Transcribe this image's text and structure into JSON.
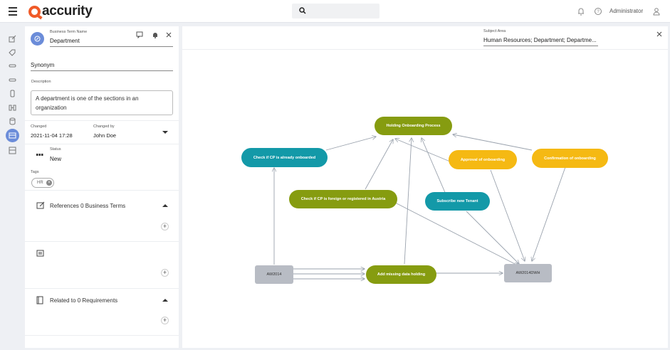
{
  "header": {
    "logo_text": "accurity",
    "brand_color": "#f05a28",
    "user_name": "Administrator"
  },
  "rail": {
    "icons": [
      "business-term-icon",
      "tag-icon",
      "attribute-icon",
      "entity-icon",
      "data-set-icon",
      "mapping-icon",
      "database-icon",
      "lineage-icon",
      "requirement-icon"
    ]
  },
  "detail": {
    "name_label": "Business Term Name",
    "name_value": "Department",
    "synonym_value": "Synonym",
    "description_label": "Description",
    "description_value": "A department is one of the sections in an organization",
    "changed_label": "Changed",
    "changed_value": "2021-11-04 17:28",
    "changed_by_label": "Changed by",
    "changed_by_value": "John Doe",
    "status_label": "Status",
    "status_value": "New",
    "tags_label": "Tags",
    "tags": [
      "HR"
    ],
    "references_title": "References 0 Business Terms",
    "requirements_title": "Related to 0 Requirements"
  },
  "diagram": {
    "subject_area_label": "Subject Area",
    "subject_area_value": "Human Resources; Department; Departme...",
    "nodes": {
      "holding": "Holding Onboarding Process",
      "check_onboarded": "Check if CP is already onboarded",
      "approval": "Approval of onboarding",
      "confirmation": "Confirmation of onboarding",
      "check_foreign": "Check if CP is foreign or registered in Austria",
      "subscribe": "Subscribe new Tenant",
      "aw2014": "AW2014",
      "add_missing": "Add missing data holding",
      "aw2014dwh": "AW2014DWH"
    },
    "colors": {
      "olive": "#869c10",
      "teal": "#1399a8",
      "yellow": "#f5b913",
      "gray": "#b8bcc4"
    }
  }
}
